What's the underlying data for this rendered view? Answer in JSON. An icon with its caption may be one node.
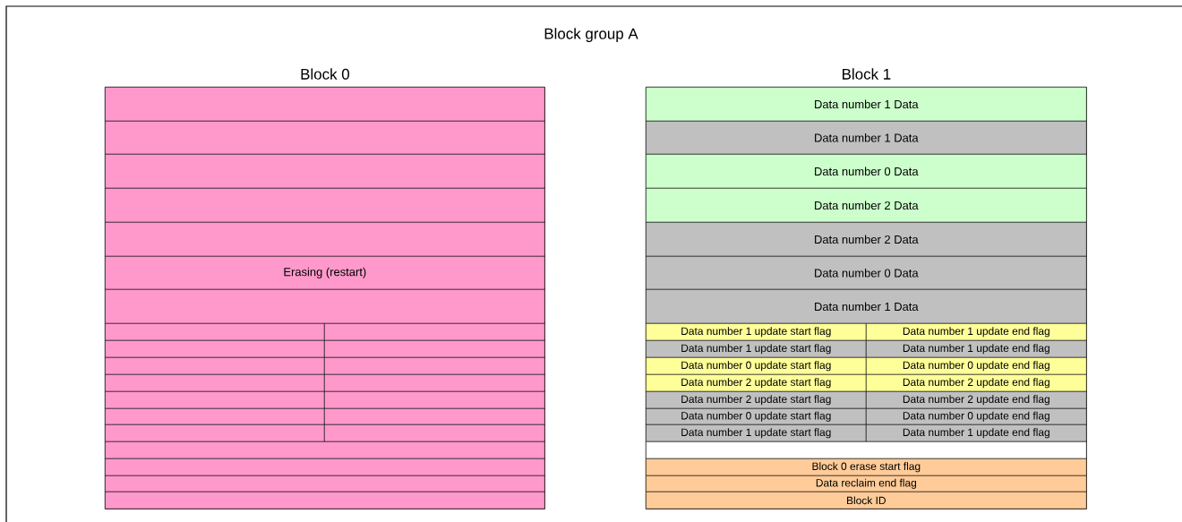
{
  "diagram": {
    "nodes": [
      {
        "text": [
          "Block group A"
        ]
      },
      {
        "text": [
          "Block 0"
        ],
        "in": 0
      },
      {
        "text": [],
        "shape": "box",
        "in": 1
      },
      {
        "text": [],
        "shape": "box",
        "in": 1
      },
      {
        "text": [],
        "shape": "box",
        "in": 1
      },
      {
        "text": [],
        "shape": "box",
        "in": 1
      },
      {
        "text": [],
        "shape": "box",
        "in": 1
      },
      {
        "text": [
          "Erasing (restart)"
        ],
        "in": 1
      },
      {
        "text": [],
        "shape": "box",
        "in": 1
      },
      {
        "text": [],
        "shape": "box",
        "in": 1
      },
      {
        "text": [],
        "shape": "box",
        "in": 1
      },
      {
        "text": [],
        "shape": "box",
        "in": 1
      },
      {
        "text": [],
        "shape": "box",
        "in": 1
      },
      {
        "text": [],
        "shape": "box",
        "in": 1
      },
      {
        "text": [],
        "shape": "box",
        "in": 1
      },
      {
        "text": [],
        "shape": "box",
        "in": 1
      },
      {
        "text": [],
        "shape": "box",
        "in": 1
      },
      {
        "text": [],
        "shape": "box",
        "in": 1
      },
      {
        "text": [],
        "shape": "box",
        "in": 1
      },
      {
        "text": [],
        "shape": "box",
        "in": 1
      },
      {
        "text": [],
        "shape": "box",
        "in": 1
      },
      {
        "text": [],
        "shape": "box",
        "in": 1
      },
      {
        "text": [],
        "shape": "box",
        "in": 1
      },
      {
        "text": [],
        "shape": "box",
        "in": 1
      },
      {
        "text": [],
        "shape": "box",
        "in": 1
      },
      {
        "text": [],
        "shape": "box",
        "in": 1
      },
      {
        "text": [],
        "shape": "box",
        "in": 1
      },
      {
        "text": [
          "Block 1"
        ],
        "in": 0
      },
      {
        "text": [
          "Data number 1 Data"
        ],
        "in": 27
      },
      {
        "text": [
          "Data number 1 Data"
        ],
        "in": 27
      },
      {
        "text": [
          "Data number 0 Data"
        ],
        "in": 27
      },
      {
        "text": [
          "Data number 2 Data"
        ],
        "in": 27
      },
      {
        "text": [
          "Data number 2 Data"
        ],
        "in": 27
      },
      {
        "text": [
          "Data number 0 Data"
        ],
        "in": 27
      },
      {
        "text": [
          "Data number 1 Data"
        ],
        "in": 27
      },
      {
        "text": [
          "Data number 1 update start flag"
        ],
        "in": 27
      },
      {
        "text": [
          "Data number 1 update end flag"
        ],
        "in": 27
      },
      {
        "text": [
          "Data number 1 update start flag"
        ],
        "in": 27
      },
      {
        "text": [
          "Data number 1 update end flag"
        ],
        "in": 27
      },
      {
        "text": [
          "Data number 0 update start flag"
        ],
        "in": 27
      },
      {
        "text": [
          "Data number 0 update end flag"
        ],
        "in": 27
      },
      {
        "text": [
          "Data number 2 update start flag"
        ],
        "in": 27
      },
      {
        "text": [
          "Data number 2 update end flag"
        ],
        "in": 27
      },
      {
        "text": [
          "Data number 2 update start flag"
        ],
        "in": 27
      },
      {
        "text": [
          "Data number 2 update end flag"
        ],
        "in": 27
      },
      {
        "text": [
          "Data number 0 update start flag"
        ],
        "in": 27
      },
      {
        "text": [
          "Data number 0 update end flag"
        ],
        "in": 27
      },
      {
        "text": [
          "Data number 1 update start flag"
        ],
        "in": 27
      },
      {
        "text": [
          "Data number 1 update end flag"
        ],
        "in": 27
      },
      {
        "text": [],
        "shape": "box",
        "in": 27
      },
      {
        "text": [
          "Block 0 erase start flag"
        ],
        "in": 27
      },
      {
        "text": [
          "Data reclaim end flag"
        ],
        "in": 27
      },
      {
        "text": [
          "Block ID"
        ],
        "in": 27
      }
    ]
  }
}
